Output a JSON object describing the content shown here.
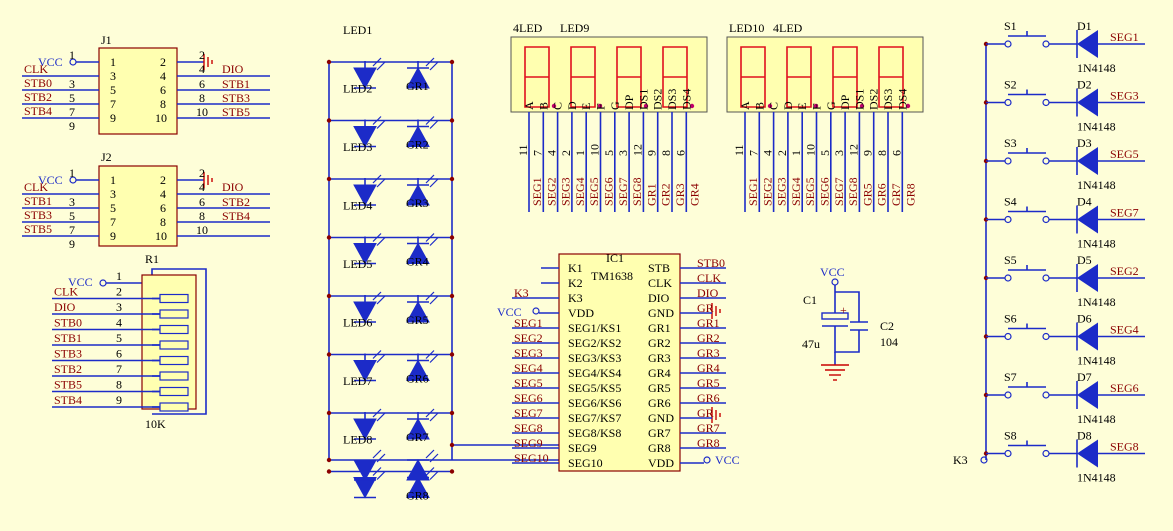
{
  "j1": {
    "ref": "J1",
    "vcc": "VCC",
    "left_nets": [
      "CLK",
      "STB0",
      "STB2",
      "STB4"
    ],
    "left_pins": [
      "1",
      "3",
      "5",
      "7",
      "9"
    ],
    "right_pins": [
      "2",
      "4",
      "6",
      "8",
      "10"
    ],
    "right_nets": [
      "DIO",
      "STB1",
      "STB3",
      "STB5"
    ]
  },
  "j2": {
    "ref": "J2",
    "vcc": "VCC",
    "left_nets": [
      "CLK",
      "STB1",
      "STB3",
      "STB5"
    ],
    "left_pins": [
      "1",
      "3",
      "5",
      "7",
      "9"
    ],
    "right_pins": [
      "2",
      "4",
      "6",
      "8",
      "10"
    ],
    "right_nets": [
      "DIO",
      "STB2",
      "STB4"
    ]
  },
  "r1": {
    "ref": "R1",
    "vcc": "VCC",
    "value": "10K",
    "pins": [
      "1",
      "2",
      "3",
      "4",
      "5",
      "6",
      "7",
      "8",
      "9"
    ],
    "nets": [
      "CLK",
      "DIO",
      "STB0",
      "STB1",
      "STB3",
      "STB2",
      "STB5",
      "STB4"
    ]
  },
  "leds": [
    {
      "left": "LED1",
      "right": "GR1"
    },
    {
      "left": "LED2",
      "right": "GR2"
    },
    {
      "left": "LED3",
      "right": "GR3"
    },
    {
      "left": "LED4",
      "right": "GR4"
    },
    {
      "left": "LED5",
      "right": "GR5"
    },
    {
      "left": "LED6",
      "right": "GR6"
    },
    {
      "left": "LED7",
      "right": "GR7"
    },
    {
      "left": "LED8",
      "right": "GR8"
    }
  ],
  "display1": {
    "tag": "4LED",
    "ref": "LED9",
    "pin_names": [
      "A",
      "B",
      "C",
      "D",
      "E",
      "F",
      "G",
      "DP",
      "DS1",
      "DS2",
      "DS3",
      "DS4"
    ],
    "pin_nums": [
      "11",
      "7",
      "4",
      "2",
      "1",
      "10",
      "5",
      "3",
      "12",
      "9",
      "8",
      "6"
    ],
    "nets": [
      "SEG1",
      "SEG2",
      "SEG3",
      "SEG4",
      "SEG5",
      "SEG6",
      "SEG7",
      "SEG8",
      "GR1",
      "GR2",
      "GR3",
      "GR4"
    ]
  },
  "display2": {
    "tag": "4LED",
    "ref": "LED10",
    "pin_names": [
      "A",
      "B",
      "C",
      "D",
      "E",
      "F",
      "G",
      "DP",
      "DS1",
      "DS2",
      "DS3",
      "DS4"
    ],
    "pin_nums": [
      "11",
      "7",
      "4",
      "2",
      "1",
      "10",
      "5",
      "3",
      "12",
      "9",
      "8",
      "6"
    ],
    "nets": [
      "SEG1",
      "SEG2",
      "SEG3",
      "SEG4",
      "SEG5",
      "SEG6",
      "SEG7",
      "SEG8",
      "GR5",
      "GR6",
      "GR7",
      "GR8"
    ]
  },
  "ic1": {
    "ref": "IC1",
    "part": "TM1638",
    "left_pins": [
      "K1",
      "K2",
      "K3",
      "VDD",
      "SEG1/KS1",
      "SEG2/KS2",
      "SEG3/KS3",
      "SEG4/KS4",
      "SEG5/KS5",
      "SEG6/KS6",
      "SEG7/KS7",
      "SEG8/KS8",
      "SEG9",
      "SEG10"
    ],
    "left_nets": [
      "",
      "",
      "K3",
      "VCC",
      "SEG1",
      "SEG2",
      "SEG3",
      "SEG4",
      "SEG5",
      "SEG6",
      "SEG7",
      "SEG8",
      "SEG9",
      "SEG10"
    ],
    "right_pins": [
      "STB",
      "CLK",
      "DIO",
      "GND",
      "GR1",
      "GR2",
      "GR3",
      "GR4",
      "GR5",
      "GR6",
      "GND",
      "GR7",
      "GR8",
      "VDD"
    ],
    "right_nets": [
      "STB0",
      "CLK",
      "DIO",
      "GR",
      "GR1",
      "GR2",
      "GR3",
      "GR4",
      "GR5",
      "GR6",
      "GR",
      "GR7",
      "GR8",
      "VCC"
    ]
  },
  "caps": {
    "vcc": "VCC",
    "c1_ref": "C1",
    "c1_value": "47u",
    "c2_ref": "C2",
    "c2_value": "104",
    "plus": "+"
  },
  "keys": {
    "k3": "K3",
    "rows": [
      {
        "switch": "S1",
        "diode": "D1",
        "part": "1N4148",
        "net": "SEG1"
      },
      {
        "switch": "S2",
        "diode": "D2",
        "part": "1N4148",
        "net": "SEG3"
      },
      {
        "switch": "S3",
        "diode": "D3",
        "part": "1N4148",
        "net": "SEG5"
      },
      {
        "switch": "S4",
        "diode": "D4",
        "part": "1N4148",
        "net": "SEG7"
      },
      {
        "switch": "S5",
        "diode": "D5",
        "part": "1N4148",
        "net": "SEG2"
      },
      {
        "switch": "S6",
        "diode": "D6",
        "part": "1N4148",
        "net": "SEG4"
      },
      {
        "switch": "S7",
        "diode": "D7",
        "part": "1N4148",
        "net": "SEG6"
      },
      {
        "switch": "S8",
        "diode": "D8",
        "part": "1N4148",
        "net": "SEG8"
      }
    ]
  },
  "colors": {
    "background": "#fefed8",
    "wire": "#1c2bc8",
    "net_label": "#8b0000",
    "segment": "#e0101e"
  }
}
